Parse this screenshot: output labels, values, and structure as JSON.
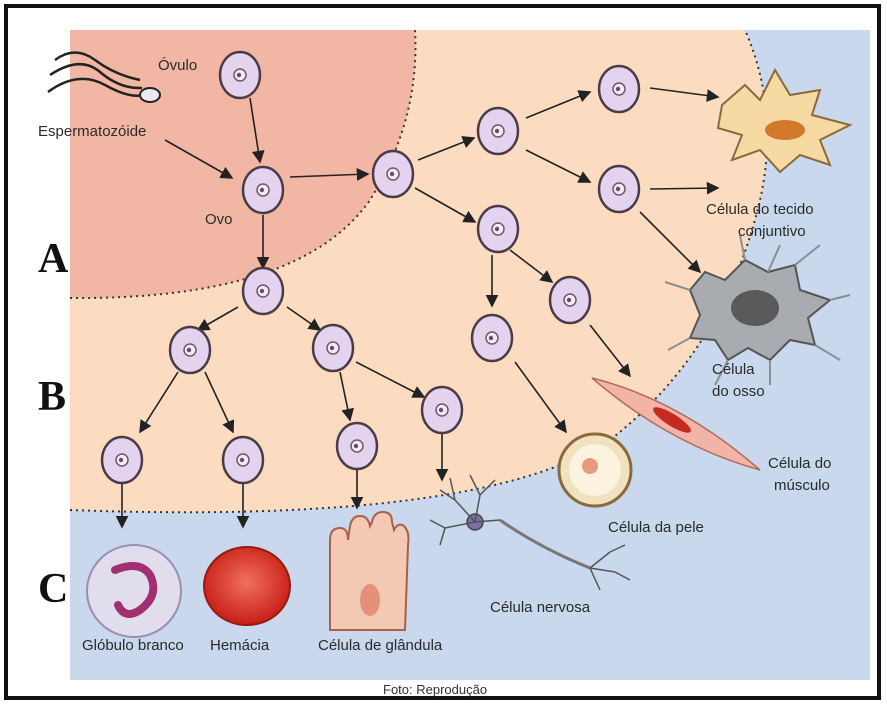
{
  "labels": {
    "ovulo": "Óvulo",
    "espermatozoide": "Espermatozóide",
    "ovo": "Ovo",
    "tecido_l1": "Célula do tecido",
    "tecido_l2": "conjuntivo",
    "osso_l1": "Célula",
    "osso_l2": "do osso",
    "musculo_l1": "Célula do",
    "musculo_l2": "músculo",
    "pele": "Célula da pele",
    "nervosa": "Célula nervosa",
    "globulo": "Glóbulo branco",
    "hemacia": "Hemácia",
    "glandula": "Célula de glândula"
  },
  "zones": {
    "a": "A",
    "b": "B",
    "c": "C"
  },
  "credit": "Foto: Reprodução",
  "colors": {
    "zone_inner": "#f2b7a4",
    "zone_middle": "#fbdcc0",
    "zone_outer": "#c9d8ec",
    "cell_fill": "#e4d3ef",
    "cell_stroke": "#4a3b46"
  }
}
